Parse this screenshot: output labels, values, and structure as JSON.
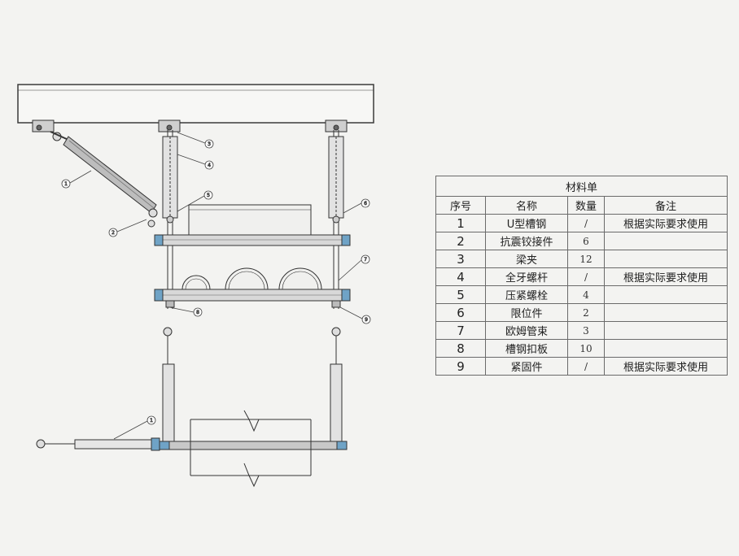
{
  "bom": {
    "title": "材料单",
    "headers": [
      "序号",
      "名称",
      "数量",
      "备注"
    ],
    "rows": [
      {
        "no": "1",
        "name": "U型槽钢",
        "qty": "/",
        "remark": "根据实际要求使用"
      },
      {
        "no": "2",
        "name": "抗震铰接件",
        "qty": "6",
        "remark": ""
      },
      {
        "no": "3",
        "name": "梁夹",
        "qty": "12",
        "remark": ""
      },
      {
        "no": "4",
        "name": "全牙螺杆",
        "qty": "/",
        "remark": "根据实际要求使用"
      },
      {
        "no": "5",
        "name": "压紧螺栓",
        "qty": "4",
        "remark": ""
      },
      {
        "no": "6",
        "name": "限位件",
        "qty": "2",
        "remark": ""
      },
      {
        "no": "7",
        "name": "欧姆管束",
        "qty": "3",
        "remark": ""
      },
      {
        "no": "8",
        "name": "槽钢扣板",
        "qty": "10",
        "remark": ""
      },
      {
        "no": "9",
        "name": "紧固件",
        "qty": "/",
        "remark": "根据实际要求使用"
      }
    ]
  },
  "callouts": [
    "1",
    "2",
    "3",
    "4",
    "5",
    "6",
    "7",
    "8",
    "9",
    "1"
  ]
}
